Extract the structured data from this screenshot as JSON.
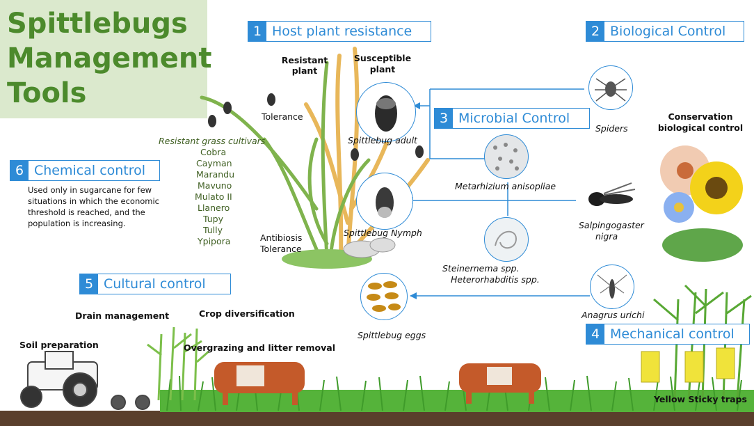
{
  "title": {
    "line1": "Spittlebugs",
    "line2": "Management",
    "line3": "Tools"
  },
  "sections": {
    "s1": {
      "num": "1",
      "label": "Host plant resistance"
    },
    "s2": {
      "num": "2",
      "label": "Biological Control"
    },
    "s3": {
      "num": "3",
      "label": "Microbial Control"
    },
    "s4": {
      "num": "4",
      "label": "Mechanical control"
    },
    "s5": {
      "num": "5",
      "label": "Cultural control"
    },
    "s6": {
      "num": "6",
      "label": "Chemical control"
    }
  },
  "plant": {
    "resistant_1": "Resistant",
    "resistant_2": "plant",
    "susceptible_1": "Susceptible",
    "susceptible_2": "plant",
    "tolerance": "Tolerance",
    "antibiosis": "Antibiosis",
    "tolerance2": "Tolerance"
  },
  "cultivars": {
    "heading": "Resistant grass cultivars",
    "items": [
      "Cobra",
      "Cayman",
      "Marandu",
      "Mavuno",
      "Mulato II",
      "Llanero",
      "Tupy",
      "Tully",
      "Ypipora"
    ]
  },
  "chemical_text": {
    "l1": "Used only in sugarcane for few",
    "l2": "situations in which the economic",
    "l3": "threshold is reached, and the",
    "l4": "population is increasing."
  },
  "organisms": {
    "spittlebug_adult": "Spittlebug adult",
    "spittlebug_nymph": "Spittlebug Nymph",
    "spittlebug_eggs": "Spittlebug eggs",
    "metarhizium": "Metarhizium  anisopliae",
    "steinernema": "Steinernema spp.",
    "heterorhabditis": "Heterorhabditis spp.",
    "spiders": "Spiders",
    "salpingogaster_1": "Salpingogaster",
    "salpingogaster_2": "nigra",
    "anagrus": "Anagrus  urichi"
  },
  "conservation": {
    "l1": "Conservation",
    "l2": "biological control"
  },
  "cultural": {
    "drain": "Drain management",
    "crop": "Crop diversification",
    "soil": "Soil preparation",
    "overgrazing": "Overgrazing and litter removal"
  },
  "mechanical": {
    "traps": "Yellow Sticky traps"
  },
  "colors": {
    "accent_blue": "#2e8bd6",
    "title_green": "#4c8a2c",
    "title_bg": "#dbe9cd"
  }
}
